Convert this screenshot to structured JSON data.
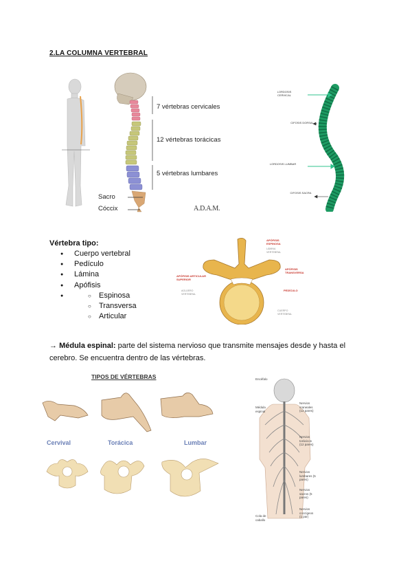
{
  "section_title": "2.LA COLUMNA VERTEBRAL",
  "spine_figure": {
    "labels": [
      "7 vértebras cervicales",
      "12 vértebras torácicas",
      "5 vértebras lumbares",
      "Sacro",
      "Cóccix"
    ],
    "logo": "A.D.A.M.",
    "colors": {
      "cervical": "#e8889b",
      "thoracic": "#c6c77a",
      "lumbar": "#8c90d4",
      "sacrum": "#d9a774",
      "skull": "#d8cfbf"
    }
  },
  "curvature_figure": {
    "labels": [
      "LORDOSIS CERVICAL",
      "CIFOSIS DORSAL",
      "LORDOSIS LUMBAR",
      "CIFOSIS SACRA"
    ],
    "color": "#1e9b63",
    "arrow_color": "#2fc38c"
  },
  "vertebra": {
    "heading": "Vértebra tipo:",
    "items": [
      "Cuerpo vertebral",
      "Pedículo",
      "Lámina",
      "Apófisis"
    ],
    "subitems": [
      "Espinosa",
      "Transversa",
      "Articular"
    ],
    "figure_labels": {
      "espinosa": "APÓFISIS ESPINOSA",
      "lamina": "LÁMINA VERTEBRAL",
      "transversa": "APÓFISIS TRANSVERSA",
      "articular": "APÓFISIS ARTICULAR SUPERIOR",
      "agujero": "AGUJERO VERTEBRAL",
      "pediculo": "PEDÍCULO",
      "cuerpo": "CUERPO VERTEBRAL"
    },
    "bone_color": "#e8b54d"
  },
  "medula": {
    "arrow": "→",
    "term": "Médula espinal:",
    "text": " parte del sistema nervioso que transmite mensajes desde y hasta el cerebro. Se encuentra dentro de las vértebras."
  },
  "types_figure": {
    "title": "TIPOS DE VÉRTEBRAS",
    "labels": [
      "Cervival",
      "Torácica",
      "Lumbar"
    ],
    "bone_color": "#f1dfb4"
  },
  "nerves_figure": {
    "labels": [
      "Encéfalo",
      "Médula espinal",
      "Nervios craneales (12 pares)",
      "Nervios torácicos (12 pares)",
      "Nervios lumbares (5 pares)",
      "Nervios sacros (5 pares)",
      "Nervios coccígeos (1 par)",
      "Cola de caballo"
    ]
  }
}
